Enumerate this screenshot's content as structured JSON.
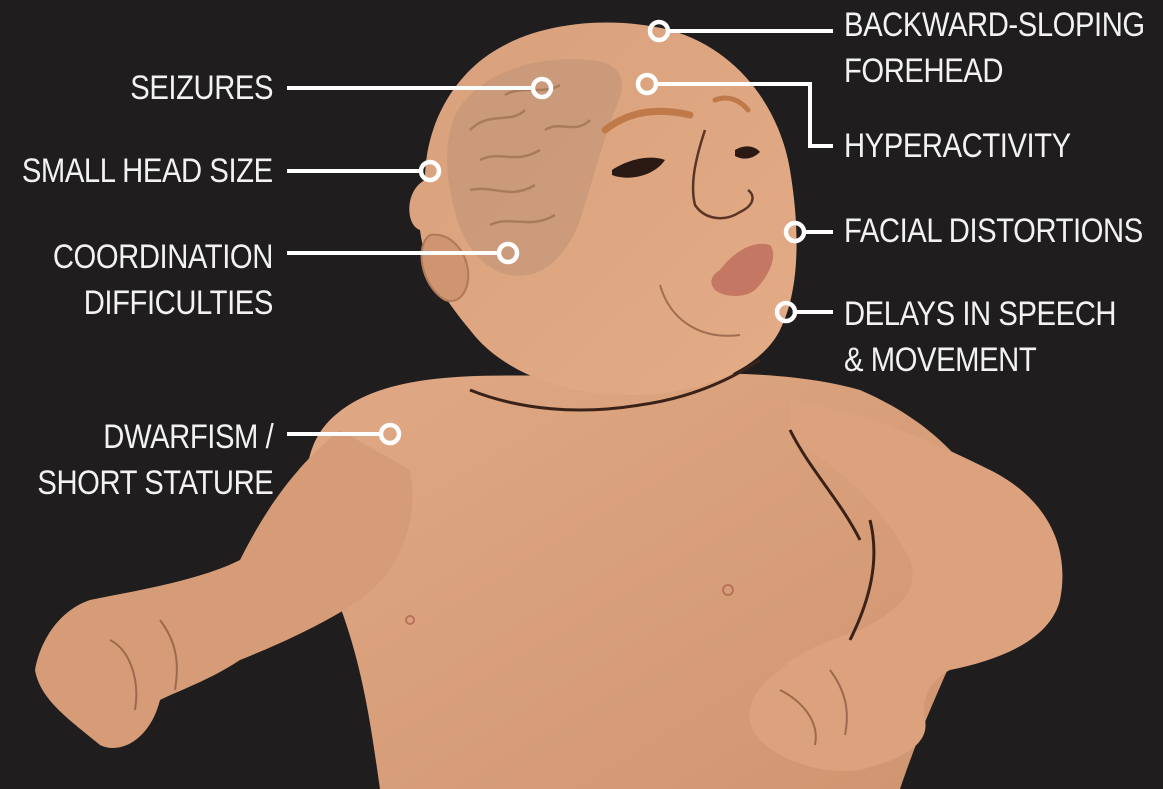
{
  "labels": {
    "seizures": "SEIZURES",
    "small_head_size": "SMALL HEAD SIZE",
    "coordination_line1": "COORDINATION",
    "coordination_line2": "DIFFICULTIES",
    "dwarfism_line1": "DWARFISM /",
    "dwarfism_line2": "SHORT STATURE",
    "forehead_line1": "BACKWARD-SLOPING",
    "forehead_line2": "FOREHEAD",
    "hyperactivity": "HYPERACTIVITY",
    "facial_distortions": "FACIAL DISTORTIONS",
    "delays_line1": "DELAYS IN SPEECH",
    "delays_line2": "& MOVEMENT"
  },
  "colors": {
    "background": "#1f1d1e",
    "skin": "#d9a07a",
    "skin_shadow": "#c88e69",
    "brain": "#c69a78",
    "callout": "#ffffff",
    "text": "#f2f2f2"
  }
}
